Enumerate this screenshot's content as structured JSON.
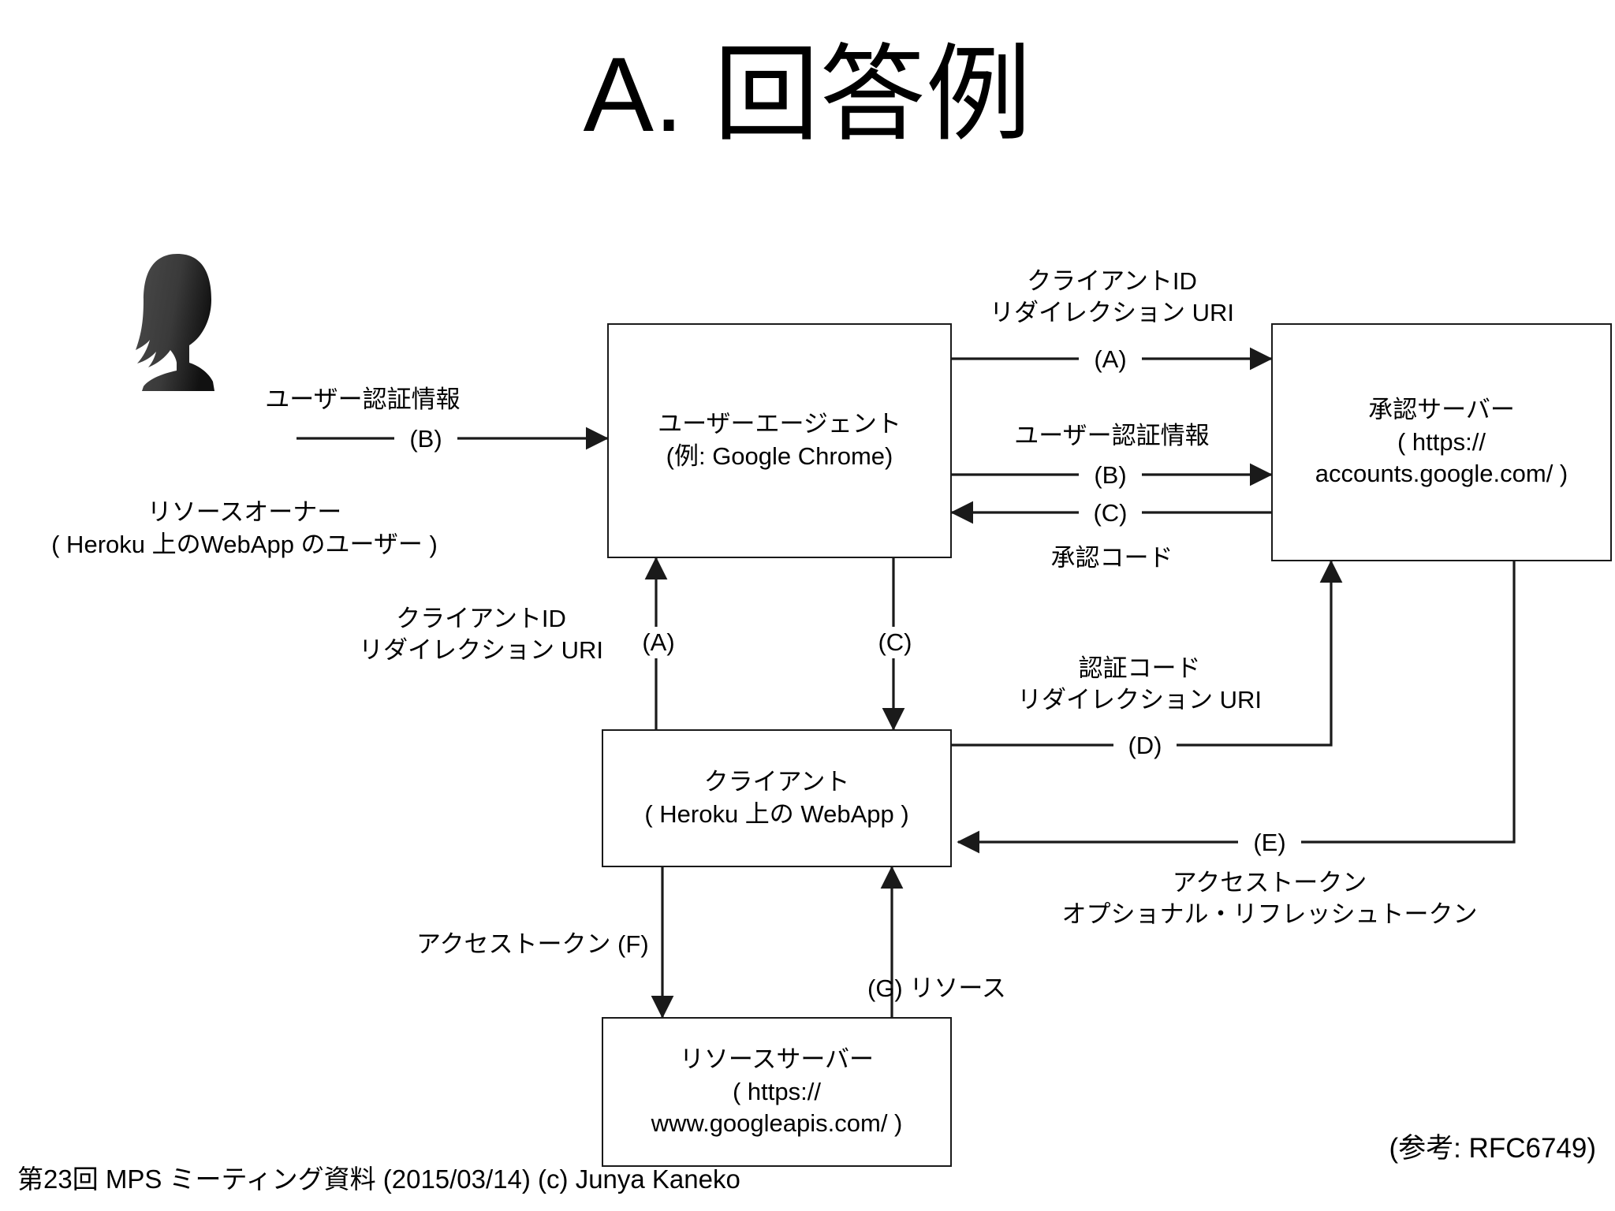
{
  "slide": {
    "title": "A. 回答例",
    "footer_credit": "第23回 MPS ミーティング資料 (2015/03/14) (c) Junya Kaneko",
    "reference_note": "(参考: RFC6749)"
  },
  "actors": {
    "resource_owner": {
      "icon": "person-silhouette-icon",
      "caption_line1": "リソースオーナー",
      "caption_line2": "( Heroku 上のWebApp のユーザー )"
    }
  },
  "nodes": [
    {
      "id": "user-agent",
      "line1": "ユーザーエージェント",
      "line2": "(例: Google Chrome)"
    },
    {
      "id": "authorization-server",
      "line1": "承認サーバー",
      "line2": "( https://",
      "line3": "accounts.google.com/ )"
    },
    {
      "id": "client",
      "line1": "クライアント",
      "line2": "( Heroku 上の WebApp )"
    },
    {
      "id": "resource-server",
      "line1": "リソースサーバー",
      "line2": "( https://",
      "line3": "www.googleapis.com/ )"
    }
  ],
  "edges": {
    "owner_to_agent": {
      "above": "ユーザー認証情報",
      "step": "(B)"
    },
    "agent_to_auth_a": {
      "above1": "クライアントID",
      "above2": "リダイレクション URI",
      "step": "(A)"
    },
    "agent_to_auth_b": {
      "above": "ユーザー認証情報",
      "step": "(B)"
    },
    "auth_to_agent_c": {
      "step": "(C)",
      "below": "承認コード"
    },
    "client_to_agent_a": {
      "above1": "クライアントID",
      "above2": "リダイレクション URI",
      "step": "(A)"
    },
    "agent_to_client_c": {
      "step": "(C)"
    },
    "client_to_auth_d": {
      "above1": "認証コード",
      "above2": "リダイレクション URI",
      "step": "(D)"
    },
    "auth_to_client_e": {
      "step": "(E)",
      "below1": "アクセストークン",
      "below2": "オプショナル・リフレッシュトークン"
    },
    "client_to_resource_f": {
      "label": "アクセストークン  (F)"
    },
    "resource_to_client_g": {
      "label": "(G)   リソース"
    }
  },
  "colors": {
    "stroke": "#1a1a1a",
    "text": "#000000",
    "background": "#ffffff"
  }
}
